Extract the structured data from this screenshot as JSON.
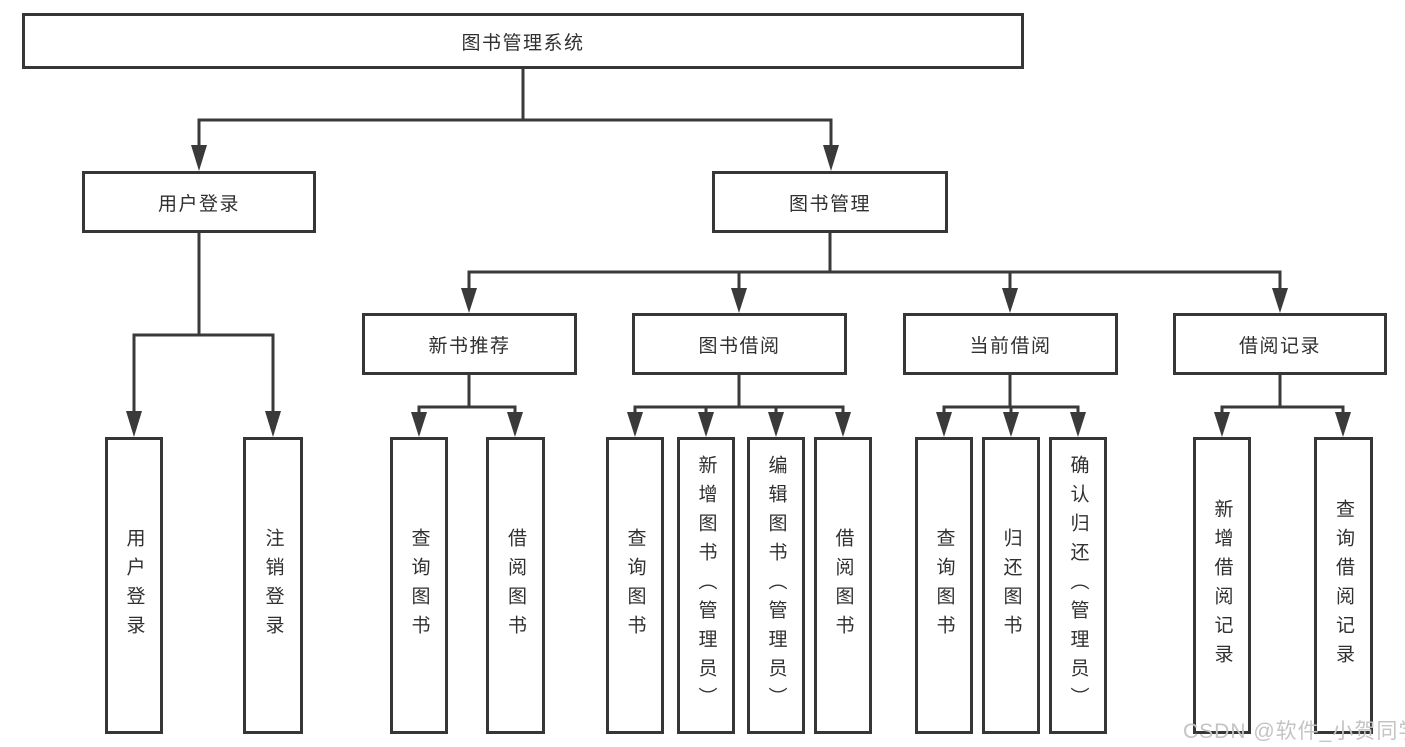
{
  "diagram": {
    "root": {
      "label": "图书管理系统"
    },
    "branches": [
      {
        "label": "用户登录"
      },
      {
        "label": "图书管理"
      }
    ],
    "modules": [
      {
        "label": "新书推荐"
      },
      {
        "label": "图书借阅"
      },
      {
        "label": "当前借阅"
      },
      {
        "label": "借阅记录"
      }
    ],
    "leaves": {
      "user": [
        {
          "label": "用户登录"
        },
        {
          "label": "注销登录"
        }
      ],
      "recommend": [
        {
          "label": "查询图书"
        },
        {
          "label": "借阅图书"
        }
      ],
      "borrow": [
        {
          "label": "查询图书"
        },
        {
          "label": "新增图书（管理员）"
        },
        {
          "label": "编辑图书（管理员）"
        },
        {
          "label": "借阅图书"
        }
      ],
      "current": [
        {
          "label": "查询图书"
        },
        {
          "label": "归还图书"
        },
        {
          "label": "确认归还（管理员）"
        }
      ],
      "records": [
        {
          "label": "新增借阅记录"
        },
        {
          "label": "查询借阅记录"
        }
      ]
    }
  },
  "watermark": "CSDN @软件_小贺同学",
  "colors": {
    "line": "#3a3a3a",
    "border": "#363636",
    "text": "#303030",
    "watermark": "#c4c4c4",
    "background": "#ffffff"
  }
}
